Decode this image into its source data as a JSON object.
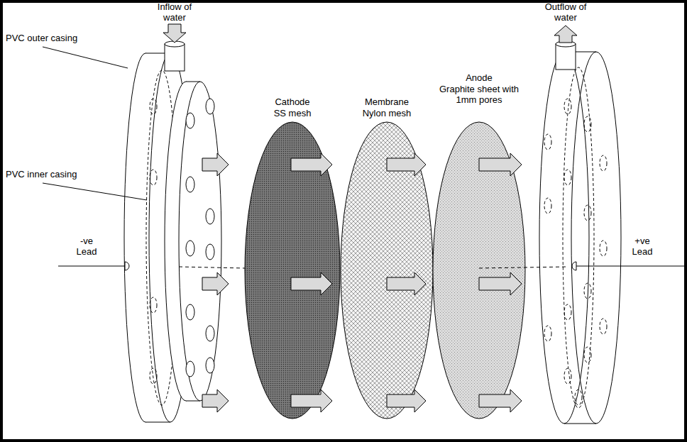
{
  "diagram": {
    "labels": [
      "Inflow of water",
      "Outflow of water",
      "PVC outer casing",
      "PVC inner casing",
      "-ve Lead",
      "Cathode",
      "SS mesh",
      "Membrane",
      "Nylon mesh",
      "Anode",
      "Graphite sheet with 1mm pores",
      "+ve Lead"
    ]
  }
}
